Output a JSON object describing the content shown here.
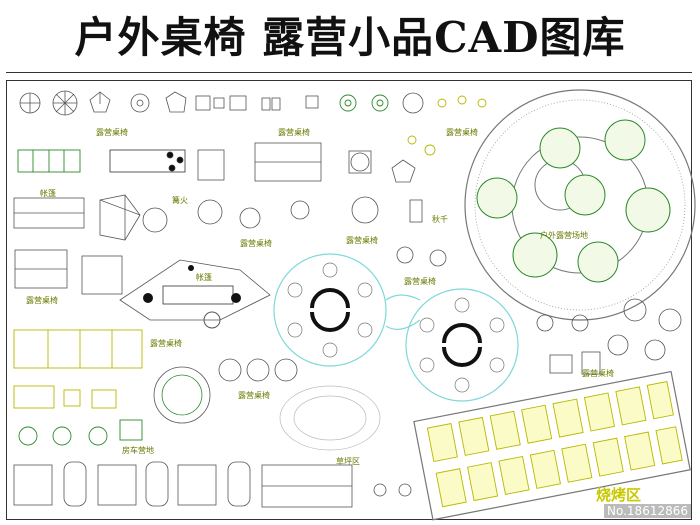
{
  "title": "户外桌椅  露营小品CAD图库",
  "labels": {
    "l1": "露营桌椅",
    "l2": "帐篷",
    "l3": "篝火",
    "l4": "露营桌椅",
    "l5": "露营桌椅",
    "l6": "帐篷",
    "l7": "露营桌椅",
    "l8": "露营桌椅",
    "l9": "户外露营场地",
    "l10": "秋千",
    "l11": "露营桌椅",
    "l12": "露营桌椅",
    "l13": "房车营地",
    "l14": "露营桌椅",
    "l15": "草坪区",
    "l16": "露营桌椅",
    "l17": "露营桌椅"
  },
  "bbq_label": "烧烤区",
  "watermark": "No.18612866",
  "colors": {
    "line": "#555555",
    "accent": "#c8c800",
    "teal": "#7fd8d8",
    "green": "#2a8a2a"
  }
}
